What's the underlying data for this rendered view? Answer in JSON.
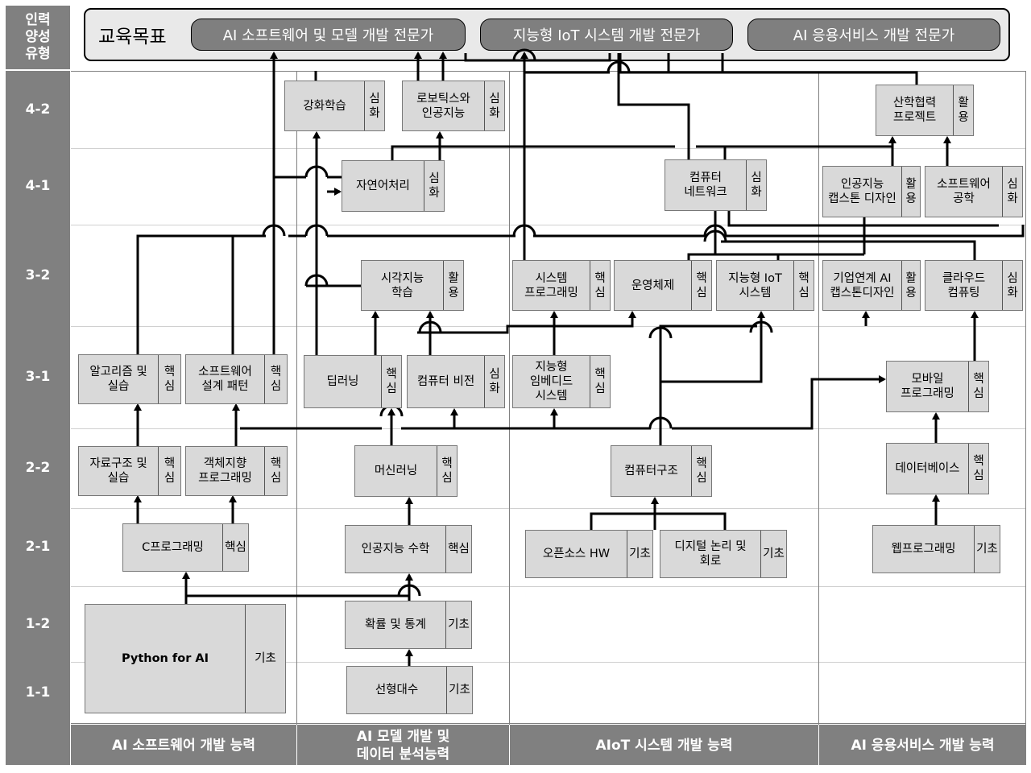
{
  "header": {
    "corner_label": "인력\n양성\n유형",
    "goal_title": "교육목표",
    "goals": [
      "AI 소프트웨어 및 모델 개발 전문가",
      "지능형 IoT 시스템 개발 전문가",
      "AI 응용서비스 개발 전문가"
    ]
  },
  "rows": [
    "4-2",
    "4-1",
    "3-2",
    "3-1",
    "2-2",
    "2-1",
    "1-2",
    "1-1"
  ],
  "columns": [
    "AI 소프트웨어 개발 능력",
    "AI 모델 개발 및\n데이터 분석능력",
    "AIoT 시스템 개발 능력",
    "AI 응용서비스 개발 능력"
  ],
  "courses": {
    "rl": {
      "name": "강화학습",
      "level": "심\n화"
    },
    "robotics": {
      "name": "로보틱스와\n인공지능",
      "level": "심\n화"
    },
    "capstone_project": {
      "name": "산학협력\n프로젝트",
      "level": "활\n용"
    },
    "nlp": {
      "name": "자연어처리",
      "level": "심\n화"
    },
    "network": {
      "name": "컴퓨터\n네트워크",
      "level": "심\n화"
    },
    "ai_capstone": {
      "name": "인공지능\n캡스톤 디자인",
      "level": "활\n용"
    },
    "se": {
      "name": "소프트웨어\n공학",
      "level": "심\n화"
    },
    "vision_learning": {
      "name": "시각지능\n학습",
      "level": "활\n용"
    },
    "sysprog": {
      "name": "시스템\n프로그래밍",
      "level": "핵\n심"
    },
    "os": {
      "name": "운영체제",
      "level": "핵\n심"
    },
    "iot_system": {
      "name": "지능형 IoT\n시스템",
      "level": "핵\n심"
    },
    "industry_capstone": {
      "name": "기업연계 AI\n캡스톤디자인",
      "level": "활\n용"
    },
    "cloud": {
      "name": "클라우드\n컴퓨팅",
      "level": "심\n화"
    },
    "algorithm": {
      "name": "알고리즘 및\n실습",
      "level": "핵\n심"
    },
    "design_pattern": {
      "name": "소프트웨어\n설계 패턴",
      "level": "핵\n심"
    },
    "deep_learning": {
      "name": "딥러닝",
      "level": "핵\n심"
    },
    "computer_vision": {
      "name": "컴퓨터 비전",
      "level": "심\n화"
    },
    "embedded": {
      "name": "지능형\n임베디드\n시스템",
      "level": "핵\n심"
    },
    "mobile": {
      "name": "모바일\n프로그래밍",
      "level": "핵\n심"
    },
    "data_structure": {
      "name": "자료구조 및\n실습",
      "level": "핵\n심"
    },
    "oop": {
      "name": "객체지향\n프로그래밍",
      "level": "핵\n심"
    },
    "machine_learning": {
      "name": "머신러닝",
      "level": "핵\n심"
    },
    "architecture": {
      "name": "컴퓨터구조",
      "level": "핵\n심"
    },
    "database": {
      "name": "데이터베이스",
      "level": "핵\n심"
    },
    "c_programming": {
      "name": "C프로그래밍",
      "level": "핵심"
    },
    "ai_math": {
      "name": "인공지능 수학",
      "level": "핵심"
    },
    "open_hw": {
      "name": "오픈소스 HW",
      "level": "기초"
    },
    "digital_logic": {
      "name": "디지털 논리 및\n회로",
      "level": "기초"
    },
    "web": {
      "name": "웹프로그래밍",
      "level": "기초"
    },
    "python": {
      "name": "Python for AI",
      "level": "기초"
    },
    "probability": {
      "name": "확률 및 통계",
      "level": "기초"
    },
    "linear_algebra": {
      "name": "선형대수",
      "level": "기초"
    }
  }
}
